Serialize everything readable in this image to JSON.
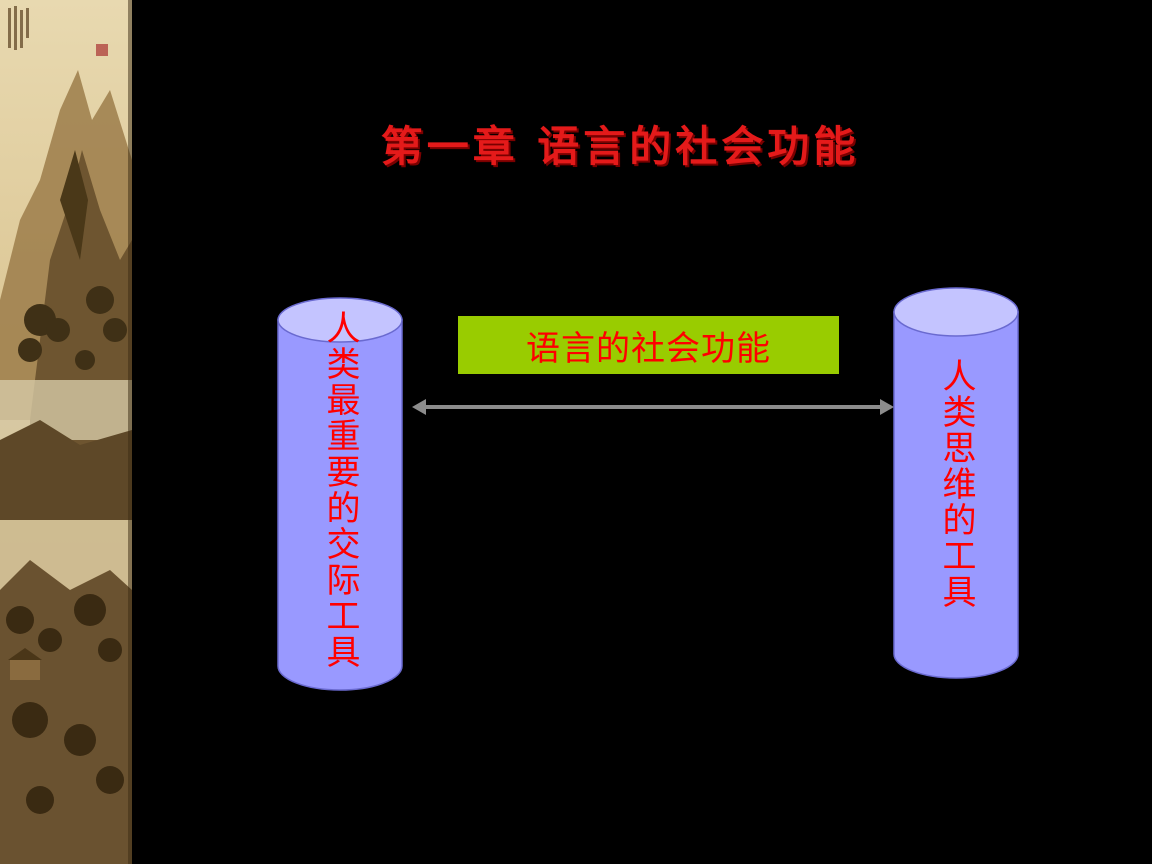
{
  "slide": {
    "title": "第一章  语言的社会功能",
    "center_label": "语言的社会功能",
    "left_cylinder_text": "人类最重要的交际工具",
    "right_cylinder_text": "人类思维的工具"
  },
  "colors": {
    "background": "#000000",
    "title": "#e41a1a",
    "label_box": "#99cc00",
    "label_text": "#ff0000",
    "cylinder_body": "#9999ff",
    "cylinder_top": "#c4c4ff",
    "arrow": "#8c8c8c"
  },
  "icons": {
    "left_edge_image": "landscape-painting-icon",
    "connector": "double-arrow-icon"
  }
}
